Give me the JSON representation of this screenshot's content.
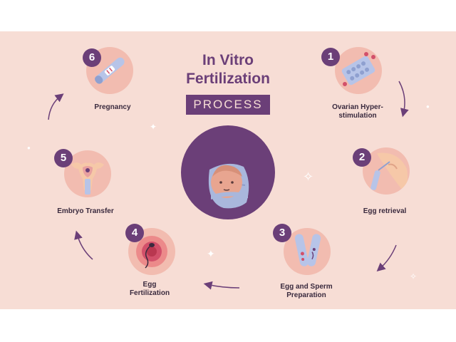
{
  "title": {
    "line1": "In Vitro",
    "line2": "Fertilization"
  },
  "badge": "PROCESS",
  "colors": {
    "background": "#f7ddd5",
    "accent": "#6b3f78",
    "circle": "#f2bcb0",
    "baby": "#a9b7dc"
  },
  "center": {
    "icon": "baby-icon"
  },
  "steps": [
    {
      "number": "1",
      "label": "Ovarian Hyper-\nstimulation",
      "icon": "pill-blister-icon"
    },
    {
      "number": "2",
      "label": "Egg retrieval",
      "icon": "egg-retrieval-icon"
    },
    {
      "number": "3",
      "label": "Egg and Sperm\nPreparation",
      "icon": "test-tubes-icon"
    },
    {
      "number": "4",
      "label": "Egg\nFertilization",
      "icon": "egg-sperm-icon"
    },
    {
      "number": "5",
      "label": "Embryo Transfer",
      "icon": "uterus-icon"
    },
    {
      "number": "6",
      "label": "Pregnancy",
      "icon": "pregnancy-test-icon"
    }
  ]
}
